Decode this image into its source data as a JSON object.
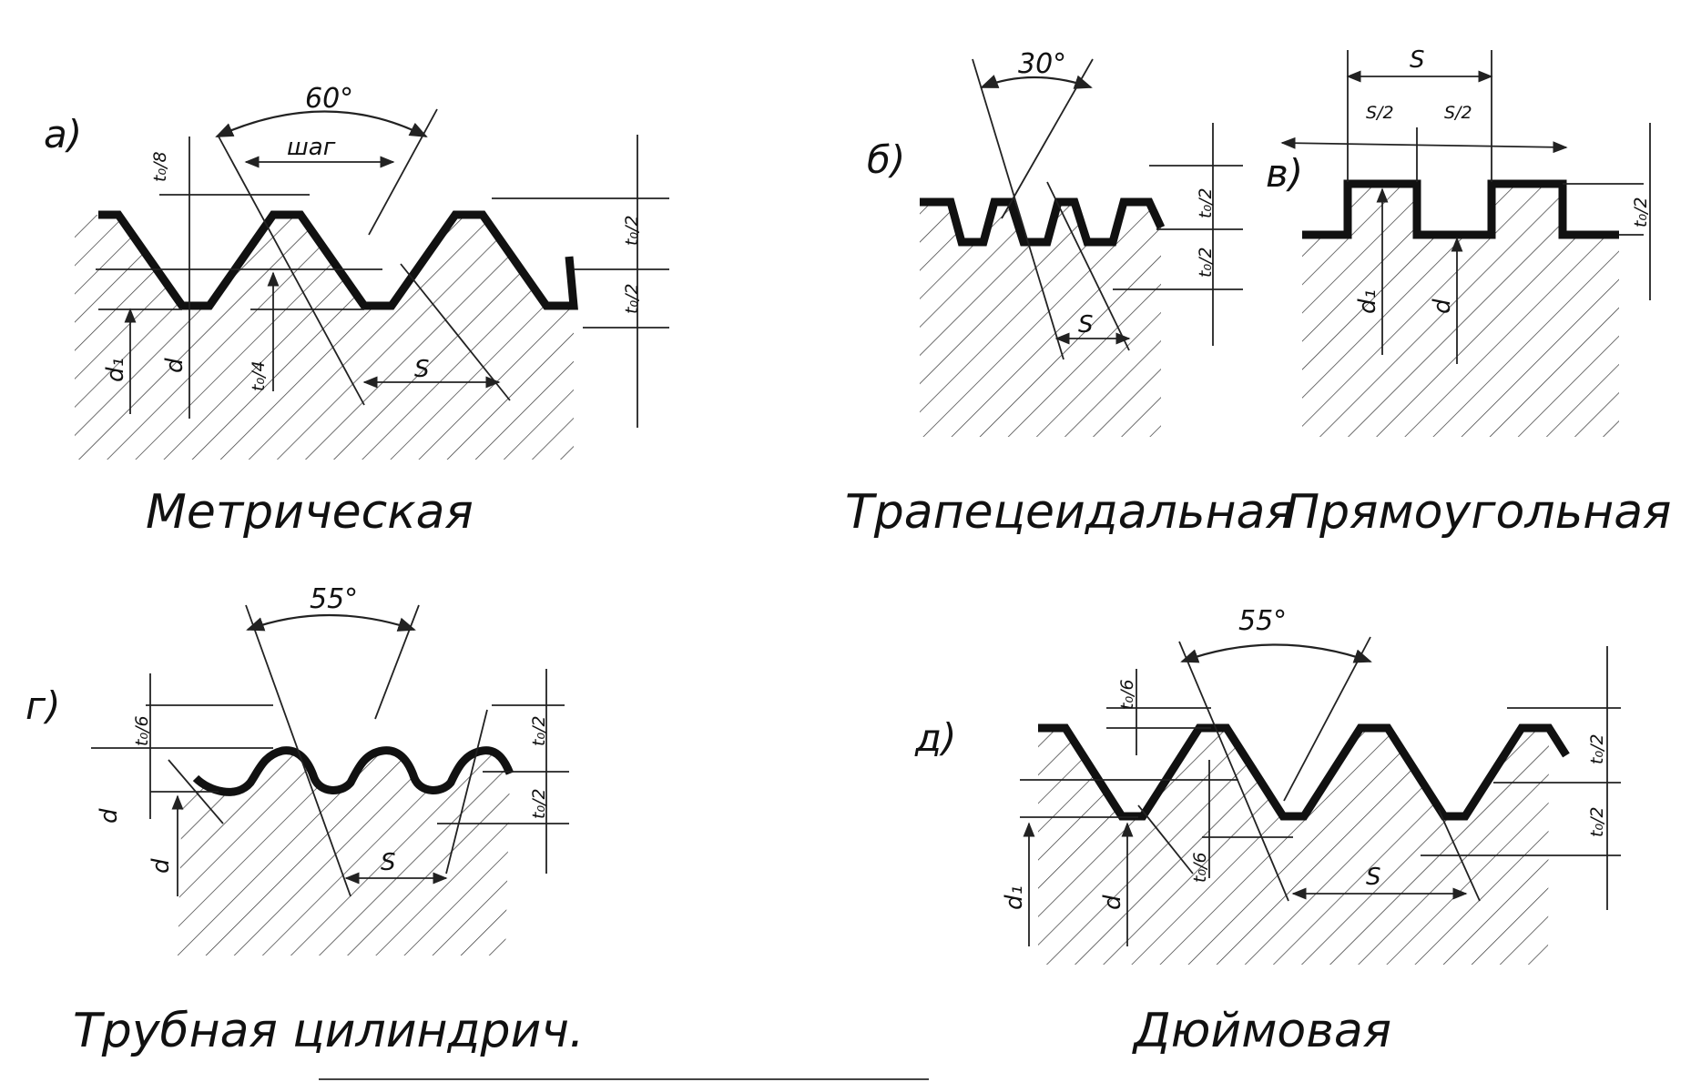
{
  "colors": {
    "ink": "#111111",
    "background": "#ffffff"
  },
  "diagrams": {
    "metric": {
      "letter": "а)",
      "caption": "Метрическая",
      "angle": "60°",
      "pitch_word": "шаг",
      "labels": {
        "t8": "t₀/8",
        "t2": "t₀/2",
        "t4": "t₀/4",
        "a1": "d₁",
        "a": "d",
        "s": "S"
      }
    },
    "trapezoidal": {
      "letter": "б)",
      "caption": "Трапецеидальная",
      "angle": "30°",
      "labels": {
        "t2": "t₀/2",
        "s": "S"
      }
    },
    "rectangular": {
      "letter": "в)",
      "caption": "Прямоугольная",
      "labels": {
        "s": "S",
        "s2": "S/2",
        "t2": "t₀/2",
        "a1": "d₁",
        "a": "d"
      }
    },
    "pipe": {
      "letter": "г)",
      "caption": "Трубная цилиндрич.",
      "angle": "55°",
      "labels": {
        "t6": "t₀/6",
        "t2": "t₀/2",
        "a": "d",
        "s": "S"
      }
    },
    "inch": {
      "letter": "д)",
      "caption": "Дюймовая",
      "angle": "55°",
      "labels": {
        "t6": "t₀/6",
        "t2": "t₀/2",
        "a1": "d₁",
        "a": "d",
        "s": "S"
      }
    }
  }
}
